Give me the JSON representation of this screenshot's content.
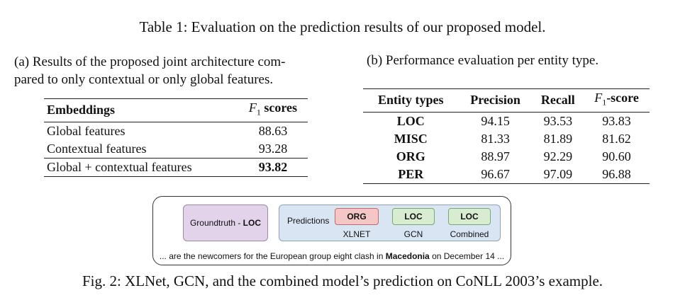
{
  "table_caption": "Table 1: Evaluation on the prediction results of our proposed model.",
  "subtable_a": {
    "caption_line1": "(a) Results of the proposed joint architecture com-",
    "caption_line2": "pared to only contextual or only global features.",
    "header": {
      "col1": "Embeddings",
      "col2_var": "F",
      "col2_sub": "1",
      "col2_rest": " scores"
    },
    "rows": [
      {
        "name": "Global features",
        "score": "88.63"
      },
      {
        "name": "Contextual features",
        "score": "93.28"
      },
      {
        "name": "Global + contextual features",
        "score": "93.82"
      }
    ]
  },
  "subtable_b": {
    "caption": "(b) Performance evaluation per entity type.",
    "header": {
      "col1": "Entity types",
      "col2": "Precision",
      "col3": "Recall",
      "col4_var": "F",
      "col4_sub": "1",
      "col4_rest": "-score"
    },
    "rows": [
      {
        "entity": "LOC",
        "precision": "94.15",
        "recall": "93.53",
        "f1": "93.83"
      },
      {
        "entity": "MISC",
        "precision": "81.33",
        "recall": "81.89",
        "f1": "81.62"
      },
      {
        "entity": "ORG",
        "precision": "88.97",
        "recall": "92.29",
        "f1": "90.60"
      },
      {
        "entity": "PER",
        "precision": "96.67",
        "recall": "97.09",
        "f1": "96.88"
      }
    ]
  },
  "figure": {
    "groundtruth_prefix": "Groundtruth - ",
    "groundtruth_label": "LOC",
    "predictions_label": "Predictions",
    "predictions": [
      {
        "tag": "ORG",
        "model": "XLNET",
        "color": "#f4c6c6"
      },
      {
        "tag": "LOC",
        "model": "GCN",
        "color": "#d7ecd1"
      },
      {
        "tag": "LOC",
        "model": "Combined",
        "color": "#d7ecd1"
      }
    ],
    "sentence_before": "... are the newcomers for the European group eight clash in ",
    "sentence_entity": "Macedonia",
    "sentence_after": " on December 14 ...",
    "colors": {
      "groundtruth": "#e2d3ea",
      "predictions": "#dae5f4"
    }
  },
  "figure_caption": "Fig. 2: XLNet, GCN, and the combined model’s prediction on CoNLL 2003’s example."
}
